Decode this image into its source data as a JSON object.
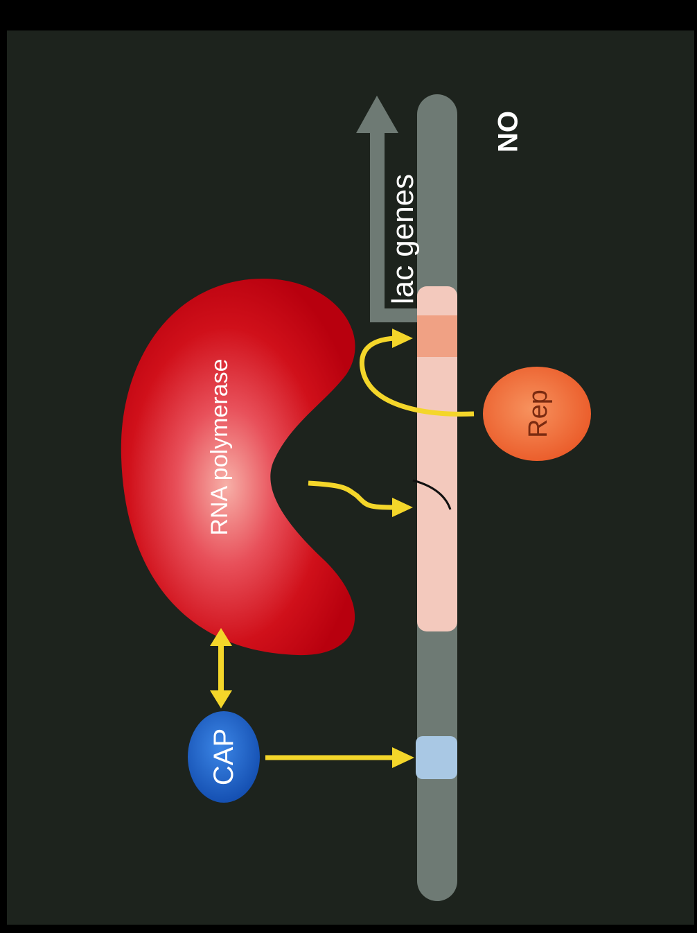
{
  "diagram": {
    "state_label": "ON",
    "gene_label": "lac genes",
    "polymerase_label": "RNA polymerase",
    "cap_label": "CAP",
    "rep_label": "Rep"
  },
  "colors": {
    "background": "#1d231d",
    "dna": "#6e7a74",
    "promoter": "#f3c9bd",
    "operator": "#f0a184",
    "cap_site": "#a9c8e4",
    "polymerase": "#d0101a",
    "cap": "#1f62c4",
    "rep": "#f06a35",
    "arrows": "#f4d62a",
    "transcript_arrow": "#6e7a74",
    "text": "#ffffff"
  }
}
